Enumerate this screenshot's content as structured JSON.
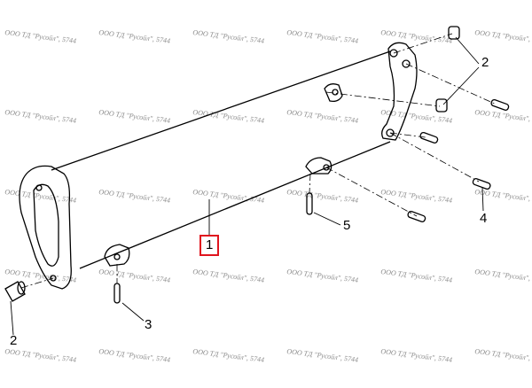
{
  "watermark": "ООО ТД \"Русойл\", 5744",
  "callouts": {
    "part1": "1",
    "part2_right": "2",
    "part2_left": "2",
    "part3": "3",
    "part4": "4",
    "part5": "5"
  },
  "colors": {
    "highlight": "#e0141e",
    "line": "#000000",
    "watermark": "#8a8a8a"
  }
}
